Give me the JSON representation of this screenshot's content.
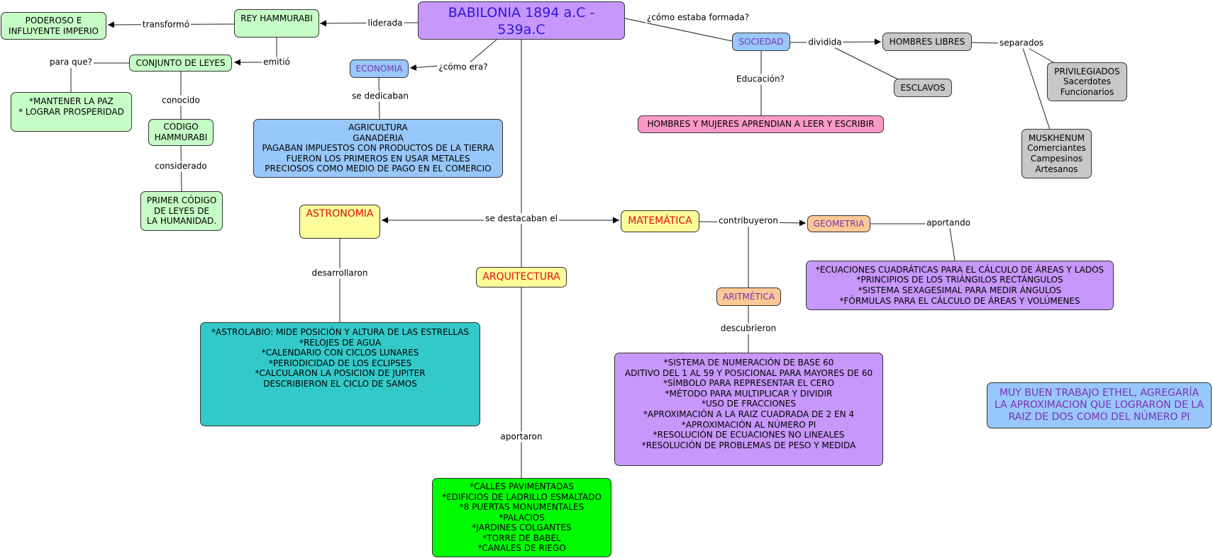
{
  "colors": {
    "root": "#c797fb",
    "green_nodes": "#c6fcc6",
    "blue_nodes": "#98c8fb",
    "gray_nodes": "#c8c8c8",
    "pink_node": "#fb98c8",
    "yellow_nodes": "#fcfc9a",
    "orange_nodes": "#fcc896",
    "teal_node": "#33c9c9",
    "lime_node": "#00fc00"
  },
  "nodes": {
    "root": "BABILONIA 1894 a.C - 539a.C",
    "rey": "REY HAMMURABI",
    "imperio": "PODEROSO E\nINFLUYENTE IMPERIO",
    "conjunto": "CONJUNTO DE LEYES",
    "mantener": "*MANTENER LA PAZ\n* LOGRAR PROSPERIDAD",
    "codigo": "CODIGO\nHAMMURABI",
    "primer": "PRIMER CÓDIGO\nDE LEYES DE\nLA HUMANIDAD.",
    "economia": "ECONOMIA",
    "agricultura": "AGRICULTURA\nGANADERIA\nPAGABAN IMPUESTOS CON PRODUCTOS DE LA TIERRA\nFUERON LOS PRIMEROS EN USAR METALES\nPRECIOSOS COMO MEDIO DE PAGO EN EL COMERCIO",
    "sociedad": "SOCIEDAD",
    "hombres_libres": "HOMBRES LIBRES",
    "esclavos": "ESCLAVOS",
    "privilegiados": "PRIVILEGIADOS\nSacerdotes\nFuncionarios",
    "muskhenum": "MUSKHENUM\nComerciantes\nCampesinos\nArtesanos",
    "educacion_box": "HOMBRES Y MUJERES APRENDIAN A LEER Y ESCRIBIR",
    "astronomia": "ASTRONOMIA",
    "matematica": "MATEMÁTICA",
    "arquitectura": "ARQUITECTURA",
    "geometria": "GEOMETRIA",
    "aritmetica": "ARITMÉTICA",
    "astro_list": "*ASTROLABIO: MIDE POSICIÓN Y ALTURA DE LAS ESTRELLAS\n*RELOJES DE AGUA\n*CALENDARIO CON CICLOS LUNARES\n*PERIODICIDAD DE LOS ECLIPSES\n*CALCULARON LA POSICION DE JUPITER\nDESCRIBIERON EL CICLO DE SAMOS\n\n\n",
    "geo_list": "*ECUACIONES CUADRÁTICAS PARA EL CÁLCULO DE ÁREAS Y LADOS\n*PRINCIPIOS DE LOS TRIÁNGILOS RECTÁNGULOS\n*SISTEMA SEXAGESIMAL PARA MEDIR ÁNGULOS\n*FÓRMULAS PARA EL CÁLCULO DE ÁREAS Y VOLÚMENES",
    "arit_list": "*SISTEMA DE NUMERACIÓN DE BASE 60\nADITIVO DEL 1 AL 59 Y POSICIONAL PARA MAYORES DE 60\n*SÍMBOLO PARA REPRESENTAR EL CERO\n*MÉTODO PARA MULTIPLICAR Y DIVIDIR\n*USO DE FRACCIONES\n*APROXIMACIÓN A LA RAIZ CUADRADA DE 2 EN 4\n*APROXIMACIÓN AL NÚMERO PI\n*RESOLUCIÓN DE ECUACIONES NO LINEALES\n*RESOLUCIÓN DE PROBLEMAS DE PESO Y MEDIDA",
    "arq_list": "*CALLES PAVIMENTADAS\n*EDIFICIOS DE LADRILLO ESMALTADO\n*8 PUERTAS MONUMENTALES\n*PALACIOS\n*JARDINES COLGANTES\n*TORRE DE BABEL\n*CANALES DE RIEGO",
    "comment": "MUY BUEN TRABAJO ETHEL, AGREGARÍA LA APROXIMACION QUE LOGRARON DE LA RAIZ DE DOS COMO DEL NÚMERO PI"
  },
  "links": {
    "liderada": "liderada",
    "transformo": "transformó",
    "emitio": "emitió",
    "para_que": "para que?",
    "conocido": "conocido",
    "considerado": "considerado",
    "como_era": "¿cómo era?",
    "se_dedicaban": "se dedicaban",
    "como_formada": "¿cómo estaba formada?",
    "dividida": "dividida",
    "separados": "separados",
    "educacion": "Educación?",
    "se_destacaban": "se destacaban el",
    "desarrollaron": "desarrollaron",
    "contribuyeron": "contribuyeron",
    "aportando": "aportando",
    "descubrieron": "descubrieron",
    "aportaron": "aportaron"
  }
}
